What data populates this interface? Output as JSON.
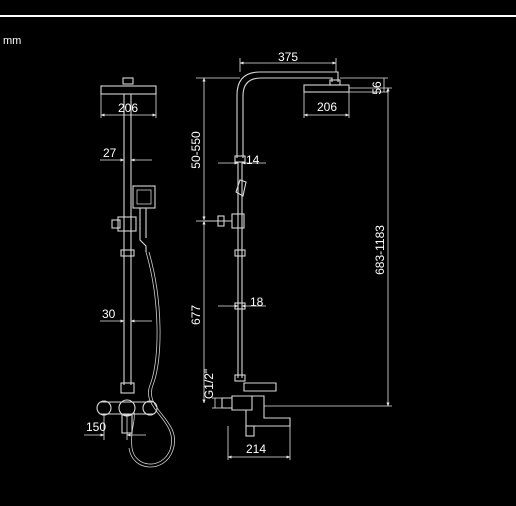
{
  "unit": "mm",
  "front_view": {
    "head_width": "206",
    "arm_offset": "27",
    "rail_offset": "30",
    "mixer_width": "150"
  },
  "side_view": {
    "top_reach": "375",
    "head_thickness": "56",
    "head_width": "206",
    "slide_range": "50-550",
    "pipe_diameter_upper": "14",
    "pipe_diameter_lower": "18",
    "lower_height": "677",
    "height_range": "683-1183",
    "thread_size": "G1/2\"",
    "spout_reach": "214"
  },
  "colors": {
    "background": "#000000",
    "line": "#d8d8d8",
    "text": "#ffffff"
  }
}
